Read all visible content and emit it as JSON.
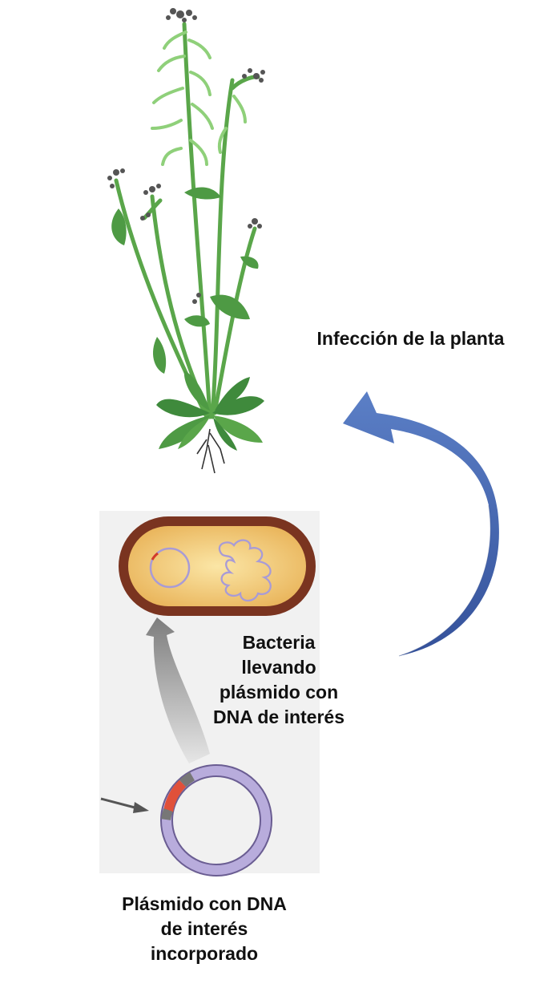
{
  "labels": {
    "infection": "Infección de la planta",
    "bacteria": [
      "Bacteria",
      "llevando",
      "plásmido con",
      "DNA de interés"
    ],
    "plasmid": [
      "Plásmido con DNA",
      "de interés",
      "incorporado"
    ]
  },
  "colors": {
    "stem": "#5aa64a",
    "leaf_dark": "#3f8a3c",
    "leaf_light": "#8fd07a",
    "curved_arrow_light": "#5b7fc6",
    "curved_arrow_dark": "#34519a",
    "bacterium_wall": "#7a3420",
    "bacterium_inner": "#f0c470",
    "plasmid_ring": "#b8acdc",
    "insert": "#e0503a",
    "panel_bg": "#f1f1f1",
    "grey_arrow": "#8d8d8d"
  },
  "icons": {
    "plant": "arabidopsis-plant-illustration",
    "bacterium": "bacterium-icon",
    "plasmid": "plasmid-icon"
  }
}
